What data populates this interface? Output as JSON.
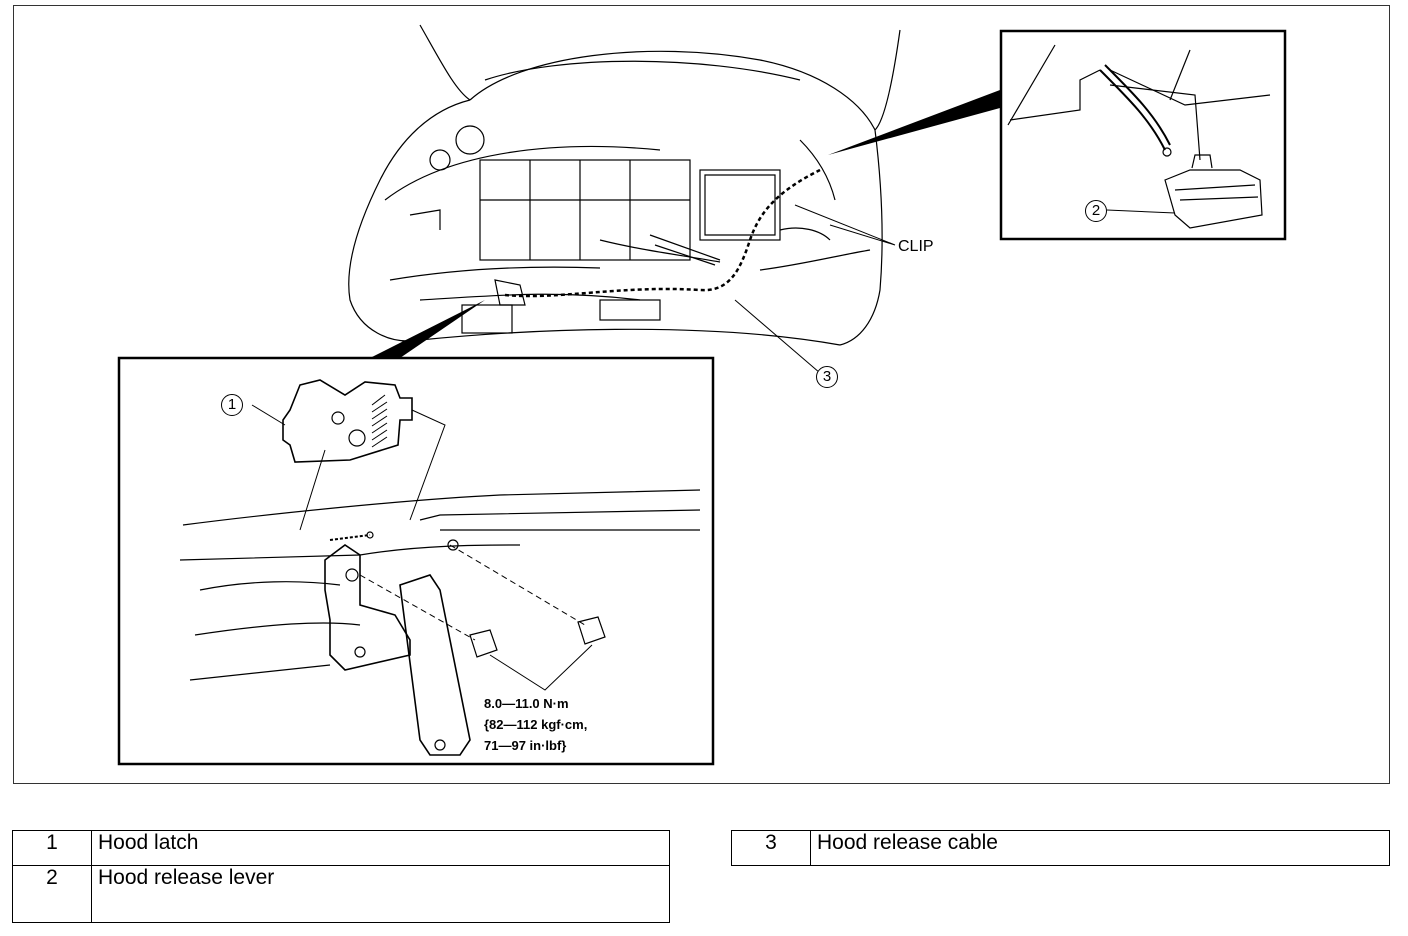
{
  "diagram": {
    "callouts": [
      "1",
      "2",
      "3"
    ],
    "clip_label": "CLIP",
    "torque_spec": {
      "line1": "8.0—11.0 N·m",
      "line2": "{82—112 kgf·cm,",
      "line3": "71—97 in·lbf}"
    }
  },
  "legend": {
    "left": [
      {
        "num": "1",
        "name": "Hood latch"
      },
      {
        "num": "2",
        "name": "Hood release lever"
      }
    ],
    "right": [
      {
        "num": "3",
        "name": "Hood release cable"
      }
    ]
  }
}
